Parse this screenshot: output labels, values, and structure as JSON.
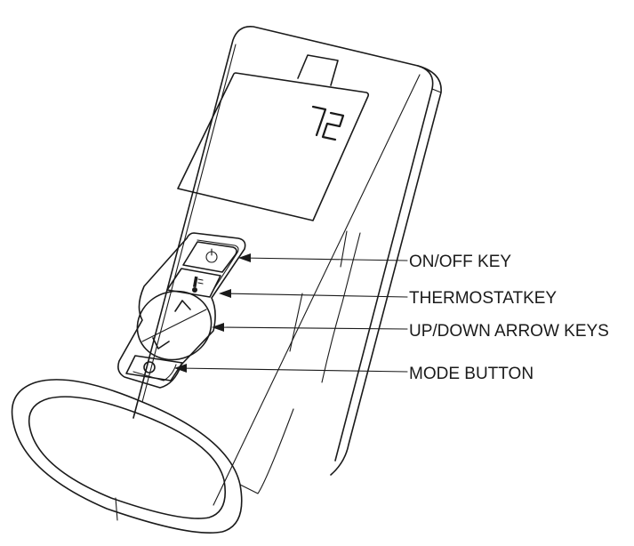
{
  "display": {
    "temperature": "72"
  },
  "callouts": {
    "onoff": "ON/OFF KEY",
    "thermostat": "THERMOSTATKEY",
    "arrows": "UP/DOWN ARROW KEYS",
    "mode": "MODE BUTTON"
  }
}
